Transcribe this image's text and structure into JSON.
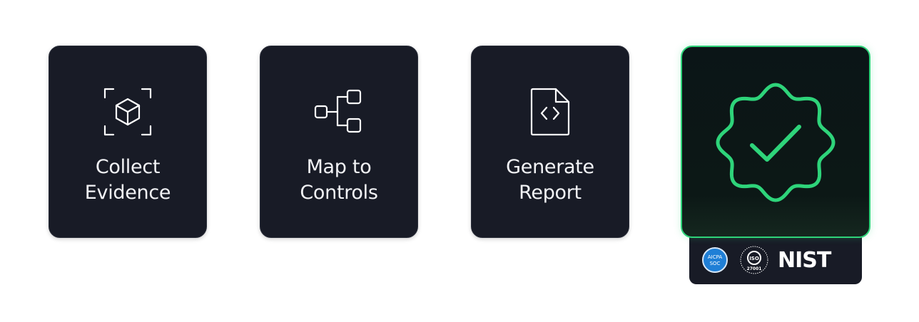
{
  "steps": [
    {
      "label_line1": "Collect",
      "label_line2": "Evidence",
      "icon": "cube-scan-icon"
    },
    {
      "label_line1": "Map to",
      "label_line2": "Controls",
      "icon": "hierarchy-icon"
    },
    {
      "label_line1": "Generate",
      "label_line2": "Report",
      "icon": "code-file-icon"
    }
  ],
  "badge": {
    "icon": "verified-badge-check-icon",
    "accent_color": "#2ed47a"
  },
  "compliance_logos": {
    "aicpa": {
      "line1": "AICPA",
      "line2": "SOC"
    },
    "iso": {
      "line1": "ISO",
      "line2": "27001"
    },
    "nist": {
      "text": "NIST"
    }
  }
}
